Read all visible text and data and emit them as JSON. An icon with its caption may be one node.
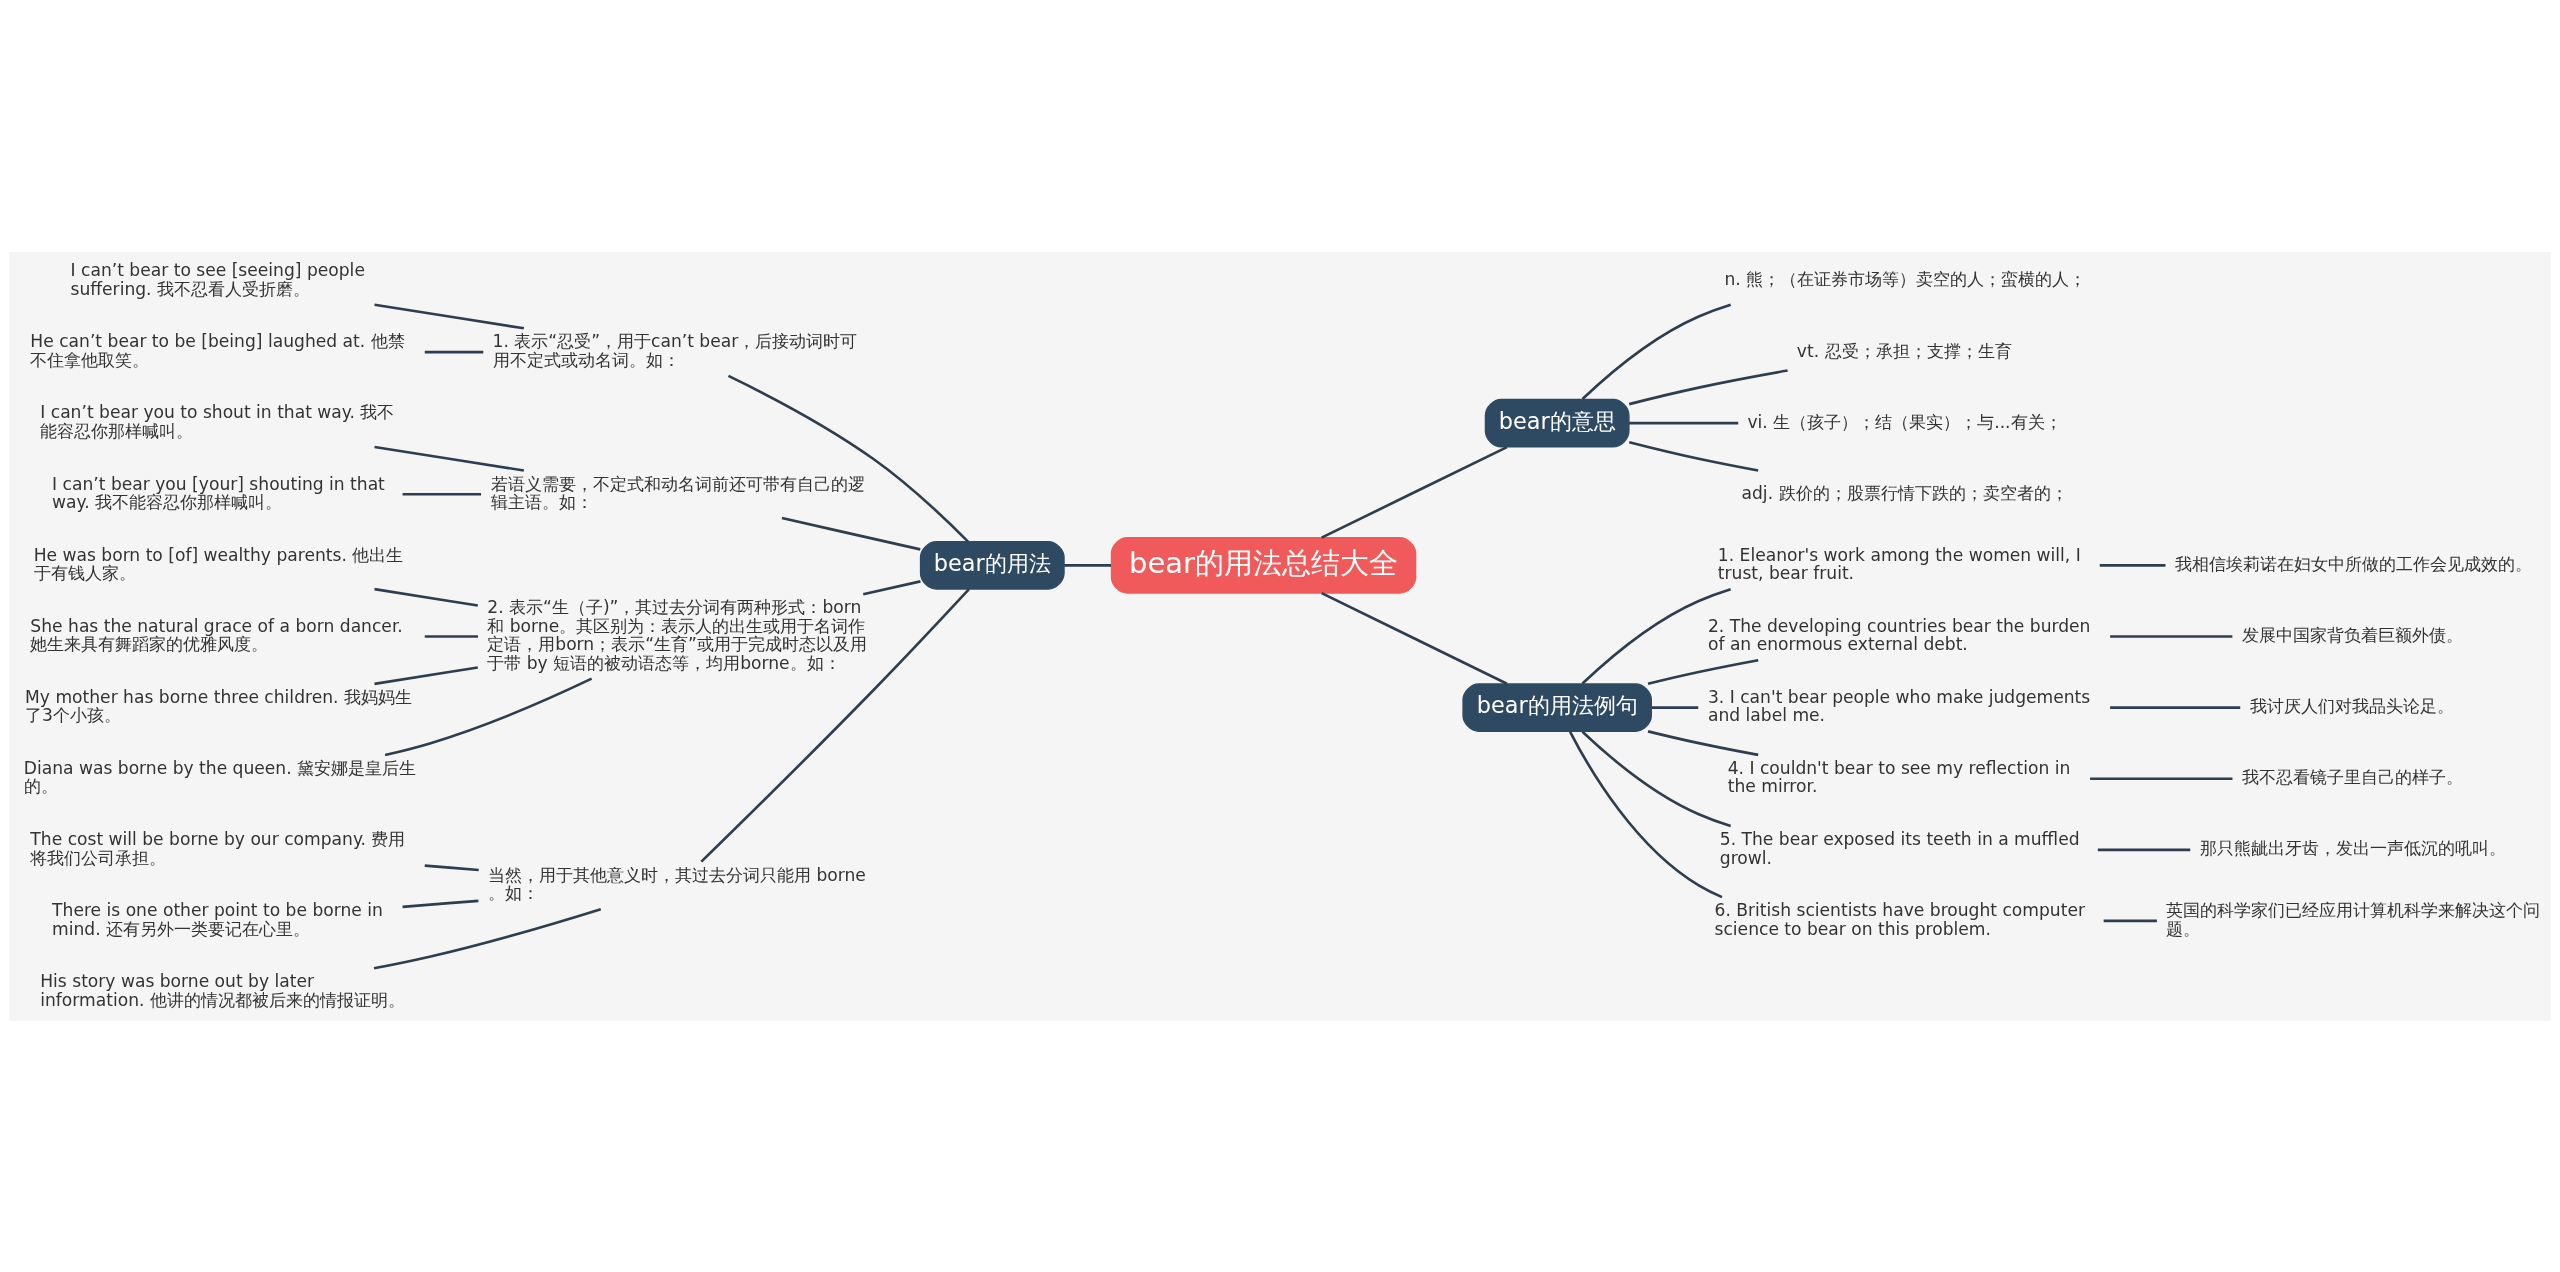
{
  "diagram": {
    "nodes": [
      {
        "text": [
          "bear的用法总结大全"
        ]
      },
      {
        "text": [
          "bear的用法"
        ]
      },
      {
        "text": [
          "1. 表示“忍受”，用于can’t bear，后接动词时可用不定式或动名词。如："
        ]
      },
      {
        "text": [
          "I can’t bear to see [seeing] people suffering. 我不忍看人受折磨。"
        ]
      },
      {
        "text": [
          "He can’t bear to be [being] laughed at. 他禁不住拿他取笑。"
        ]
      },
      {
        "text": [
          "若语义需要，不定式和动名词前还可带有自己的逻辑主语。如："
        ]
      },
      {
        "text": [
          "I can’t bear you to shout in that way. 我不能容忍你那样喊叫。"
        ]
      },
      {
        "text": [
          "I can’t bear you [your] shouting in that way. 我不能容忍你那样喊叫。"
        ]
      },
      {
        "text": [
          "2. 表示“生（子)”，其过去分词有两种形式：born 和 borne。其区别为：表示人的出生或用于名词作定语，用born；表示“生育”或用于完成时态以及用于带 by 短语的被动语态等，均用borne。如："
        ]
      },
      {
        "text": [
          "He was born to [of] wealthy parents. 他出生于有钱人家。"
        ]
      },
      {
        "text": [
          "She has the natural grace of a born dancer. 她生来具有舞蹈家的优雅风度。"
        ]
      },
      {
        "text": [
          "My mother has borne three children. 我妈妈生了3个小孩。"
        ]
      },
      {
        "text": [
          "Diana was borne by the queen. 黛安娜是皇后生的。"
        ]
      },
      {
        "text": [
          "当然，用于其他意义时，其过去分词只能用 borne。如："
        ]
      },
      {
        "text": [
          "The cost will be borne by our company. 费用将我们公司承担。"
        ]
      },
      {
        "text": [
          "There is one other point to be borne in mind. 还有另外一类要记在心里。"
        ]
      },
      {
        "text": [
          "His story was borne out by later information. 他讲的情况都被后来的情报证明。"
        ]
      },
      {
        "text": [
          "bear的意思"
        ]
      },
      {
        "text": [
          "n. 熊；（在证券市场等）卖空的人；蛮横的人；"
        ]
      },
      {
        "text": [
          "vt. 忍受；承担；支撑；生育"
        ]
      },
      {
        "text": [
          "vi. 生（孩子）；结（果实）；与...有关；"
        ]
      },
      {
        "text": [
          "adj. 跌价的；股票行情下跌的；卖空者的；"
        ]
      },
      {
        "text": [
          "bear的用法例句"
        ]
      },
      {
        "text": [
          "1. Eleanor's work among the women will, I trust, bear fruit."
        ]
      },
      {
        "text": [
          "我相信埃莉诺在妇女中所做的工作会见成效的。"
        ]
      },
      {
        "text": [
          "2. The developing countries bear the burden of an enormous external debt."
        ]
      },
      {
        "text": [
          "发展中国家背负着巨额外债。"
        ]
      },
      {
        "text": [
          "3. I can't bear people who make judgements and label me."
        ]
      },
      {
        "text": [
          "我讨厌人们对我品头论足。"
        ]
      },
      {
        "text": [
          "4. I couldn't bear to see my reflection in the mirror."
        ]
      },
      {
        "text": [
          "我不忍看镜子里自己的样子。"
        ]
      },
      {
        "text": [
          "5. The bear exposed its teeth in a muffled growl."
        ]
      },
      {
        "text": [
          "那只熊龇出牙齿，发出一声低沉的吼叫。"
        ]
      },
      {
        "text": [
          "6. British scientists have brought computer science to bear on this problem."
        ]
      },
      {
        "text": [
          "英国的科学家们已经应用计算机科学来解决这个问题。"
        ]
      }
    ],
    "edges": [
      {
        "from": 0,
        "to": 1,
        "arrow": "none"
      },
      {
        "from": 1,
        "to": 2,
        "arrow": "none"
      },
      {
        "from": 2,
        "to": 3,
        "arrow": "none"
      },
      {
        "from": 2,
        "to": 4,
        "arrow": "none"
      },
      {
        "from": 1,
        "to": 5,
        "arrow": "none"
      },
      {
        "from": 5,
        "to": 6,
        "arrow": "none"
      },
      {
        "from": 5,
        "to": 7,
        "arrow": "none"
      },
      {
        "from": 1,
        "to": 8,
        "arrow": "none"
      },
      {
        "from": 8,
        "to": 9,
        "arrow": "none"
      },
      {
        "from": 8,
        "to": 10,
        "arrow": "none"
      },
      {
        "from": 8,
        "to": 11,
        "arrow": "none"
      },
      {
        "from": 8,
        "to": 12,
        "arrow": "none"
      },
      {
        "from": 1,
        "to": 13,
        "arrow": "none"
      },
      {
        "from": 13,
        "to": 14,
        "arrow": "none"
      },
      {
        "from": 13,
        "to": 15,
        "arrow": "none"
      },
      {
        "from": 13,
        "to": 16,
        "arrow": "none"
      },
      {
        "from": 0,
        "to": 17,
        "arrow": "none"
      },
      {
        "from": 17,
        "to": 18,
        "arrow": "none"
      },
      {
        "from": 17,
        "to": 19,
        "arrow": "none"
      },
      {
        "from": 17,
        "to": 20,
        "arrow": "none"
      },
      {
        "from": 17,
        "to": 21,
        "arrow": "none"
      },
      {
        "from": 0,
        "to": 22,
        "arrow": "none"
      },
      {
        "from": 22,
        "to": 23,
        "arrow": "none"
      },
      {
        "from": 23,
        "to": 24,
        "arrow": "none"
      },
      {
        "from": 22,
        "to": 25,
        "arrow": "none"
      },
      {
        "from": 25,
        "to": 26,
        "arrow": "none"
      },
      {
        "from": 22,
        "to": 27,
        "arrow": "none"
      },
      {
        "from": 27,
        "to": 28,
        "arrow": "none"
      },
      {
        "from": 22,
        "to": 29,
        "arrow": "none"
      },
      {
        "from": 29,
        "to": 30,
        "arrow": "none"
      },
      {
        "from": 22,
        "to": 31,
        "arrow": "none"
      },
      {
        "from": 31,
        "to": 32,
        "arrow": "none"
      },
      {
        "from": 22,
        "to": 33,
        "arrow": "none"
      },
      {
        "from": 33,
        "to": 34,
        "arrow": "none"
      }
    ]
  }
}
